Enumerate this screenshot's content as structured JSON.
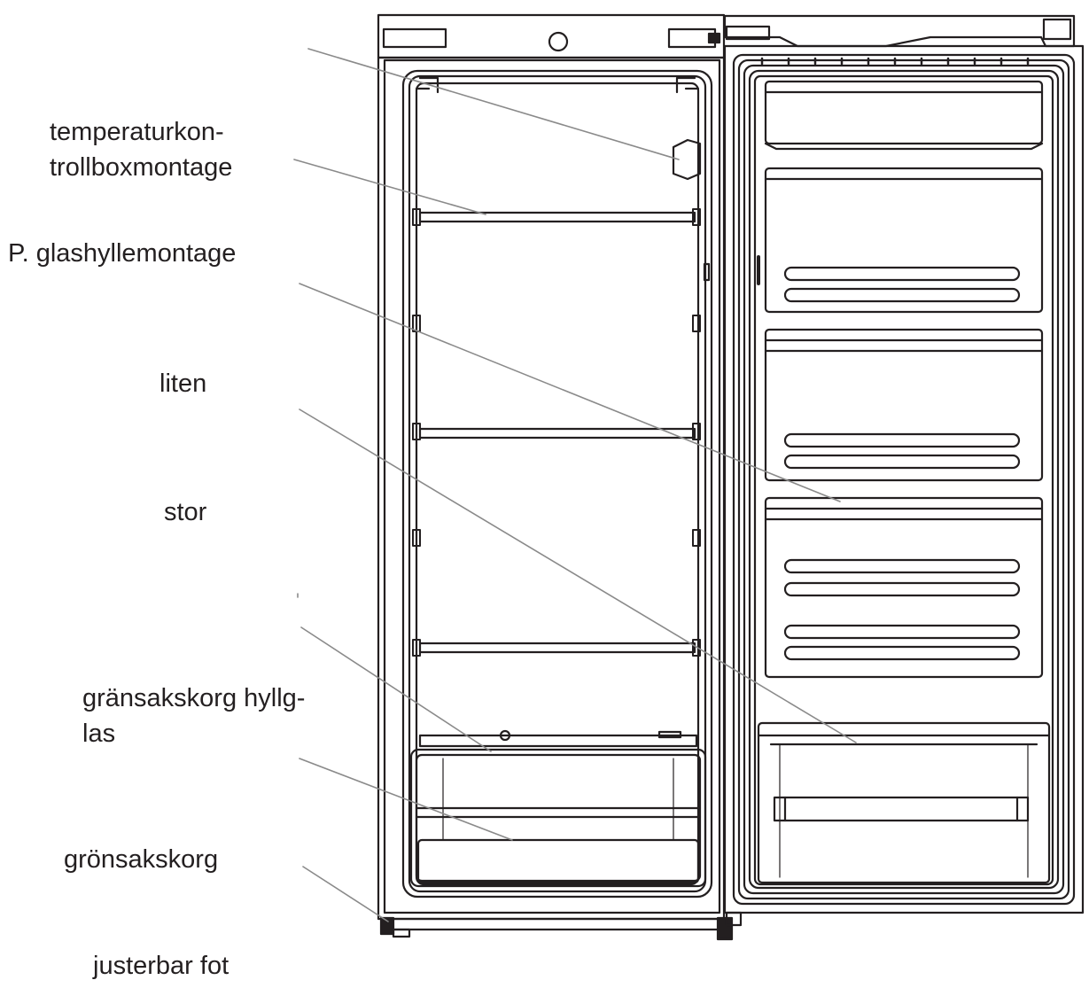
{
  "labels": {
    "temperature_control_1": "temperaturkon-",
    "temperature_control_2": "trollboxmontage",
    "glass_shelf": "P. glashyllemontage",
    "small": "liten",
    "large": "stor",
    "crisper_glass_1": "gränsakskorg hyllg-",
    "crisper_glass_2": "las",
    "crisper": "grönsakskorg",
    "adjustable_foot": "justerbar fot"
  },
  "colors": {
    "line": "#231f20",
    "leader": "#8a8a8a",
    "background": "#ffffff"
  }
}
